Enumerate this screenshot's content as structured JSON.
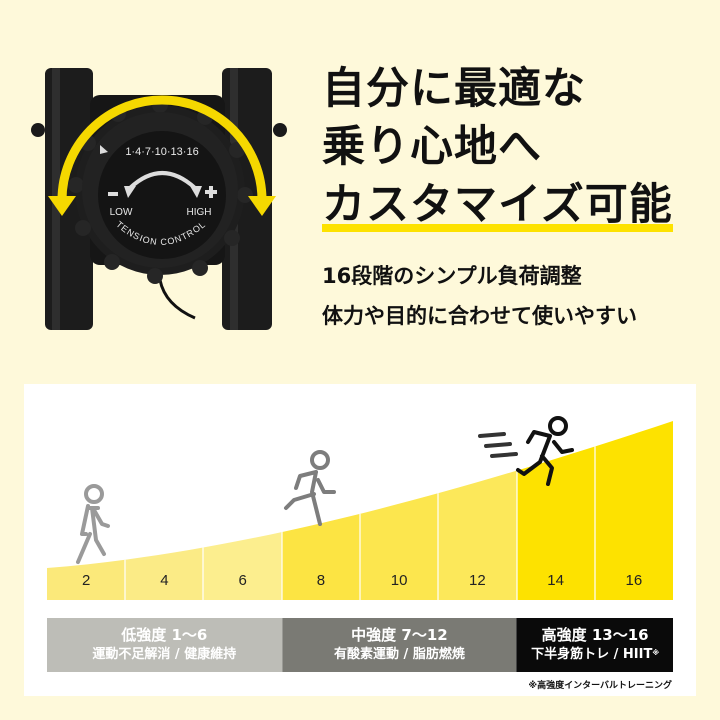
{
  "headline": {
    "lines": [
      "自分に最適な",
      "乗り心地へ",
      "カスタマイズ可能"
    ],
    "highlight_color": "#FDE200"
  },
  "subheadline": {
    "lines": [
      "16段階のシンプル負荷調整",
      "体力や目的に合わせて使いやすい"
    ]
  },
  "product_image": {
    "description": "Tension control knob on black bike frame with yellow rotation arrows",
    "knob_scale": "1·4·7·10·13·16",
    "knob_scale_marks": [
      "1",
      "4",
      "7",
      "10",
      "13",
      "16"
    ],
    "knob_low": "LOW",
    "knob_high": "HIGH",
    "knob_minus": "−",
    "knob_plus": "+",
    "knob_label": "TENSION CONTROL",
    "arrow_color": "#F5D800"
  },
  "chart_data": {
    "type": "area",
    "title": "",
    "categories": [
      "2",
      "4",
      "6",
      "8",
      "10",
      "12",
      "14",
      "16"
    ],
    "values": [
      2,
      4,
      6,
      8,
      10,
      12,
      14,
      16
    ],
    "column_colors": [
      "#FBE97A",
      "#FBEB86",
      "#FCEE8E",
      "#FCE443",
      "#FCE64E",
      "#FCE85A",
      "#FDE200",
      "#FDE200"
    ],
    "xlabel": "",
    "ylabel": "",
    "grid": false,
    "icons": [
      {
        "name": "walking-person",
        "at": "2",
        "color": "#9a9a9a"
      },
      {
        "name": "jogging-person",
        "at": "8",
        "color": "#7d7d7d"
      },
      {
        "name": "sprinting-person",
        "at": "14",
        "color": "#111111"
      }
    ],
    "intensity_bands": [
      {
        "label": "低強度 1〜6",
        "desc": "運動不足解消 / 健康維持",
        "range": [
          1,
          6
        ],
        "color": "#BDBDB7"
      },
      {
        "label": "中強度 7〜12",
        "desc": "有酸素運動 / 脂肪燃焼",
        "range": [
          7,
          12
        ],
        "color": "#7A7A74"
      },
      {
        "label": "高強度 13〜16",
        "desc": "下半身筋トレ / HIIT",
        "desc_mark": "※",
        "range": [
          13,
          16
        ],
        "color": "#0A0A0A"
      }
    ]
  },
  "footnote": "※高強度インターバルトレーニング"
}
